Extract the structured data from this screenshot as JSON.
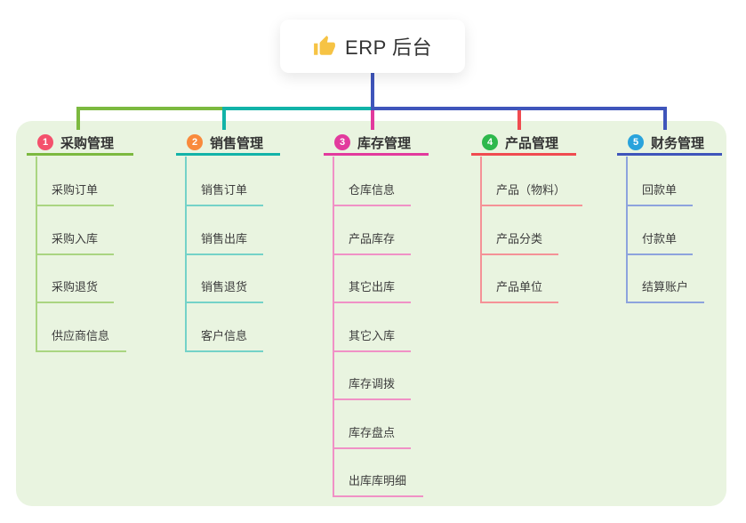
{
  "root": {
    "label": "ERP 后台",
    "icon": "thumbs-up-icon",
    "icon_color": "#f6c344",
    "line_color": "#4a5cc7"
  },
  "canvas": {
    "background": "#ffffff",
    "panel_color": "#e9f4e0"
  },
  "branches": [
    {
      "badge": "1",
      "badge_color": "#f4516c",
      "line_color": "#7cb93f",
      "child_line_color": "#aad581",
      "label": "采购管理",
      "children": [
        "采购订单",
        "采购入库",
        "采购退货",
        "供应商信息"
      ]
    },
    {
      "badge": "2",
      "badge_color": "#f98a3c",
      "line_color": "#12b3a8",
      "child_line_color": "#74d2c8",
      "label": "销售管理",
      "children": [
        "销售订单",
        "销售出库",
        "销售退货",
        "客户信息"
      ]
    },
    {
      "badge": "3",
      "badge_color": "#e23a9d",
      "line_color": "#e23a9d",
      "child_line_color": "#f091c6",
      "label": "库存管理",
      "children": [
        "仓库信息",
        "产品库存",
        "其它出库",
        "其它入库",
        "库存调拨",
        "库存盘点",
        "出库库明细"
      ]
    },
    {
      "badge": "4",
      "badge_color": "#2eb84c",
      "line_color": "#f04b50",
      "child_line_color": "#f59297",
      "label": "产品管理",
      "children": [
        "产品（物料）",
        "产品分类",
        "产品单位"
      ]
    },
    {
      "badge": "5",
      "badge_color": "#29a3dc",
      "line_color": "#3f55bb",
      "child_line_color": "#8da3dd",
      "label": "财务管理",
      "children": [
        "回款单",
        "付款单",
        "结算账户"
      ]
    }
  ]
}
